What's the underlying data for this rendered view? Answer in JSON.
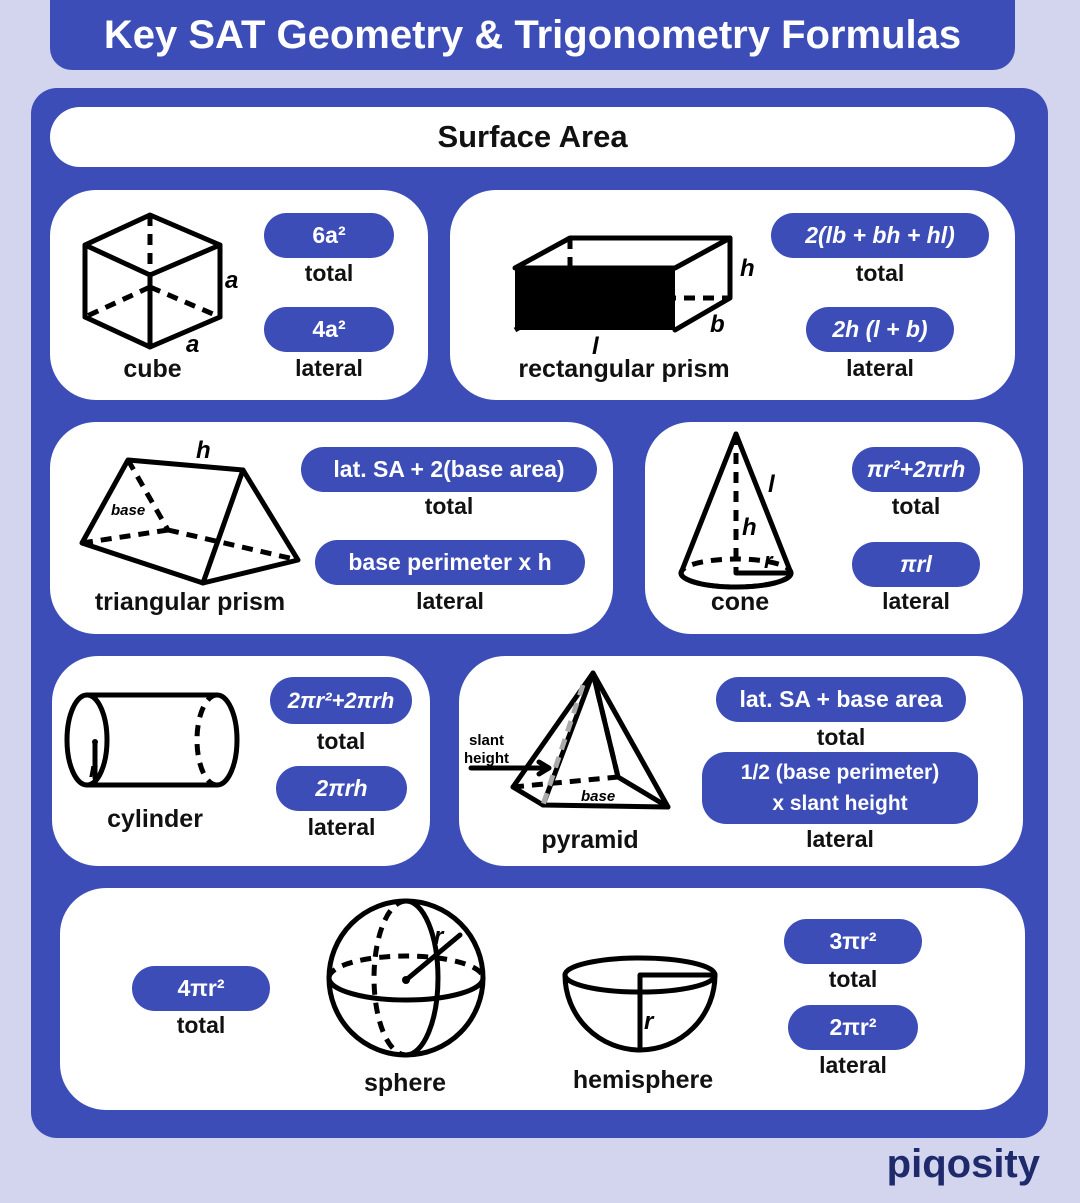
{
  "title": "Key SAT Geometry & Trigonometry Formulas",
  "section": "Surface Area",
  "brand": "piqosity",
  "colors": {
    "accent": "#3d4db7",
    "background": "#d3d5ef",
    "card": "#ffffff"
  },
  "shapes": {
    "cube": {
      "name": "cube",
      "total_formula": "6a²",
      "total_label": "total",
      "lateral_formula": "4a²",
      "lateral_label": "lateral",
      "edge_label_right": "a",
      "edge_label_bottom": "a"
    },
    "rectangular_prism": {
      "name": "rectangular prism",
      "total_formula": "2(lb + bh + hl)",
      "total_label": "total",
      "lateral_formula": "2h (l + b)",
      "lateral_label": "lateral",
      "dim_h": "h",
      "dim_b": "b",
      "dim_l": "l"
    },
    "triangular_prism": {
      "name": "triangular prism",
      "total_formula": "lat. SA + 2(base area)",
      "total_label": "total",
      "lateral_formula": "base perimeter x h",
      "lateral_label": "lateral",
      "dim_h": "h",
      "base_label": "base"
    },
    "cone": {
      "name": "cone",
      "total_formula": "πr²+2πrh",
      "total_label": "total",
      "lateral_formula": "πrl",
      "lateral_label": "lateral",
      "dim_l": "l",
      "dim_h": "h",
      "dim_r": "r"
    },
    "cylinder": {
      "name": "cylinder",
      "total_formula": "2πr²+2πrh",
      "total_label": "total",
      "lateral_formula": "2πrh",
      "lateral_label": "lateral",
      "dim_r": "r"
    },
    "pyramid": {
      "name": "pyramid",
      "total_formula": "lat. SA + base area",
      "total_label": "total",
      "lateral_formula_line1": "1/2 (base perimeter)",
      "lateral_formula_line2": "x slant height",
      "lateral_label": "lateral",
      "slant_label_line1": "slant",
      "slant_label_line2": "height",
      "base_label": "base"
    },
    "sphere": {
      "name": "sphere",
      "total_formula": "4πr²",
      "total_label": "total",
      "dim_r": "r"
    },
    "hemisphere": {
      "name": "hemisphere",
      "total_formula": "3πr²",
      "total_label": "total",
      "lateral_formula": "2πr²",
      "lateral_label": "lateral",
      "dim_r": "r"
    }
  }
}
